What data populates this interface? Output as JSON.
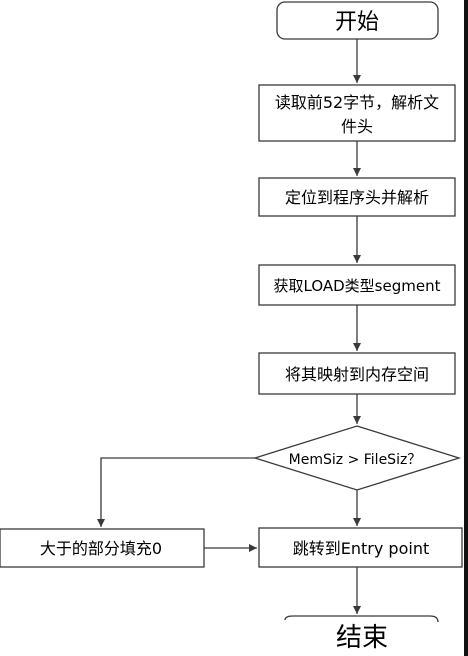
{
  "flowchart": {
    "start": "开始",
    "step_read_header": [
      "读取前52字节，解析文",
      "件头"
    ],
    "step_program_header": "定位到程序头并解析",
    "step_get_load": "获取LOAD类型segment",
    "step_map": "将其映射到内存空间",
    "decision": "MemSiz > FileSiz？",
    "step_fill_zero": "大于的部分填充0",
    "step_jump": "跳转到Entry point",
    "end": "结束"
  },
  "colors": {
    "stroke": "#3a3a3a",
    "text": "#000000",
    "background": "#ffffff"
  }
}
